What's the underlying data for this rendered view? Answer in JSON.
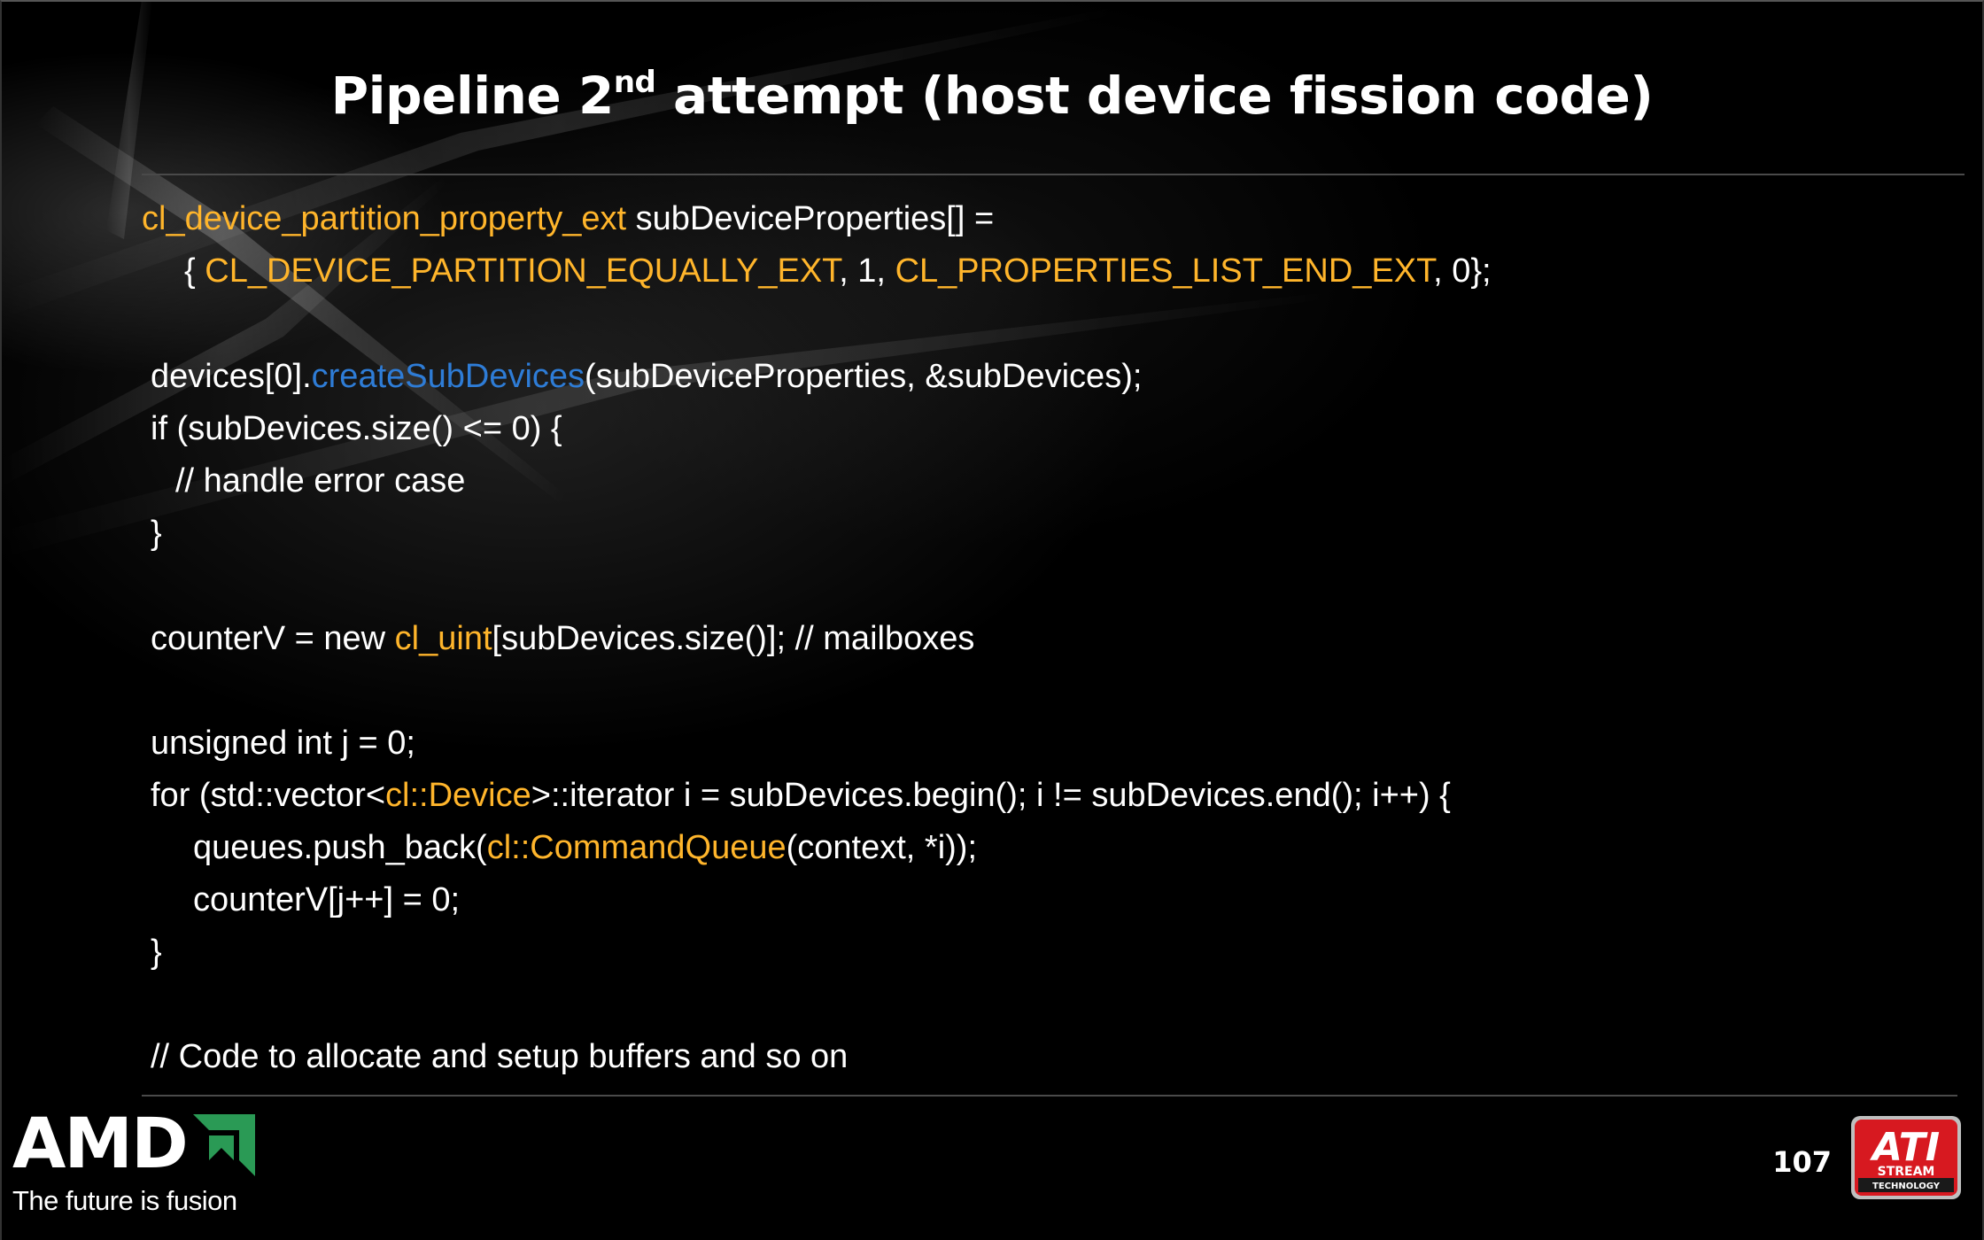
{
  "slide": {
    "title_main": "Pipeline 2",
    "title_sup": "nd",
    "title_rest": " attempt (host device fission code)",
    "page_number": "107"
  },
  "code_lines": [
    [
      {
        "t": "cl_device_partition_property_ext",
        "c": "kw"
      },
      {
        "t": " subDeviceProperties[] =",
        "c": ""
      }
    ],
    [
      {
        "t": "{ ",
        "c": ""
      },
      {
        "t": "CL_DEVICE_PARTITION_EQUALLY_EXT",
        "c": "kw"
      },
      {
        "t": ", 1, ",
        "c": ""
      },
      {
        "t": "CL_PROPERTIES_LIST_END_EXT",
        "c": "kw"
      },
      {
        "t": ", 0};",
        "c": ""
      }
    ],
    [
      {
        "t": "devices[0].",
        "c": ""
      },
      {
        "t": "createSubDevices",
        "c": "fn"
      },
      {
        "t": "(subDeviceProperties, &subDevices);",
        "c": ""
      }
    ],
    [
      {
        "t": "if (subDevices.size() <= 0) {",
        "c": ""
      }
    ],
    [
      {
        "t": "// handle error case",
        "c": ""
      }
    ],
    [
      {
        "t": "}",
        "c": ""
      }
    ],
    [
      {
        "t": "counterV = new ",
        "c": ""
      },
      {
        "t": "cl_uint",
        "c": "kw"
      },
      {
        "t": "[subDevices.size()]; // mailboxes",
        "c": ""
      }
    ],
    [
      {
        "t": "unsigned int j = 0;",
        "c": ""
      }
    ],
    [
      {
        "t": "for (std::vector<",
        "c": ""
      },
      {
        "t": "cl::Device",
        "c": "kw"
      },
      {
        "t": ">::iterator i = subDevices.begin(); i != subDevices.end(); i++) {",
        "c": ""
      }
    ],
    [
      {
        "t": "queues.push_back(",
        "c": ""
      },
      {
        "t": "cl::CommandQueue",
        "c": "kw"
      },
      {
        "t": "(context, *i));",
        "c": ""
      }
    ],
    [
      {
        "t": "counterV[j++] = 0;",
        "c": ""
      }
    ],
    [
      {
        "t": "}",
        "c": ""
      }
    ],
    [
      {
        "t": "// Code to allocate and setup buffers and so on",
        "c": ""
      }
    ]
  ],
  "branding": {
    "amd_logo_text": "AMD",
    "tagline": "The future is fusion",
    "ati_badge_text": "ATI",
    "ati_badge_sub1": "STREAM",
    "ati_badge_sub2": "TECHNOLOGY"
  },
  "colors": {
    "background": "#000000",
    "text": "#ffffff",
    "keyword": "#ffb52b",
    "function": "#2e7cd6",
    "amd_green": "#2a9a55",
    "ati_red": "#d71920"
  }
}
